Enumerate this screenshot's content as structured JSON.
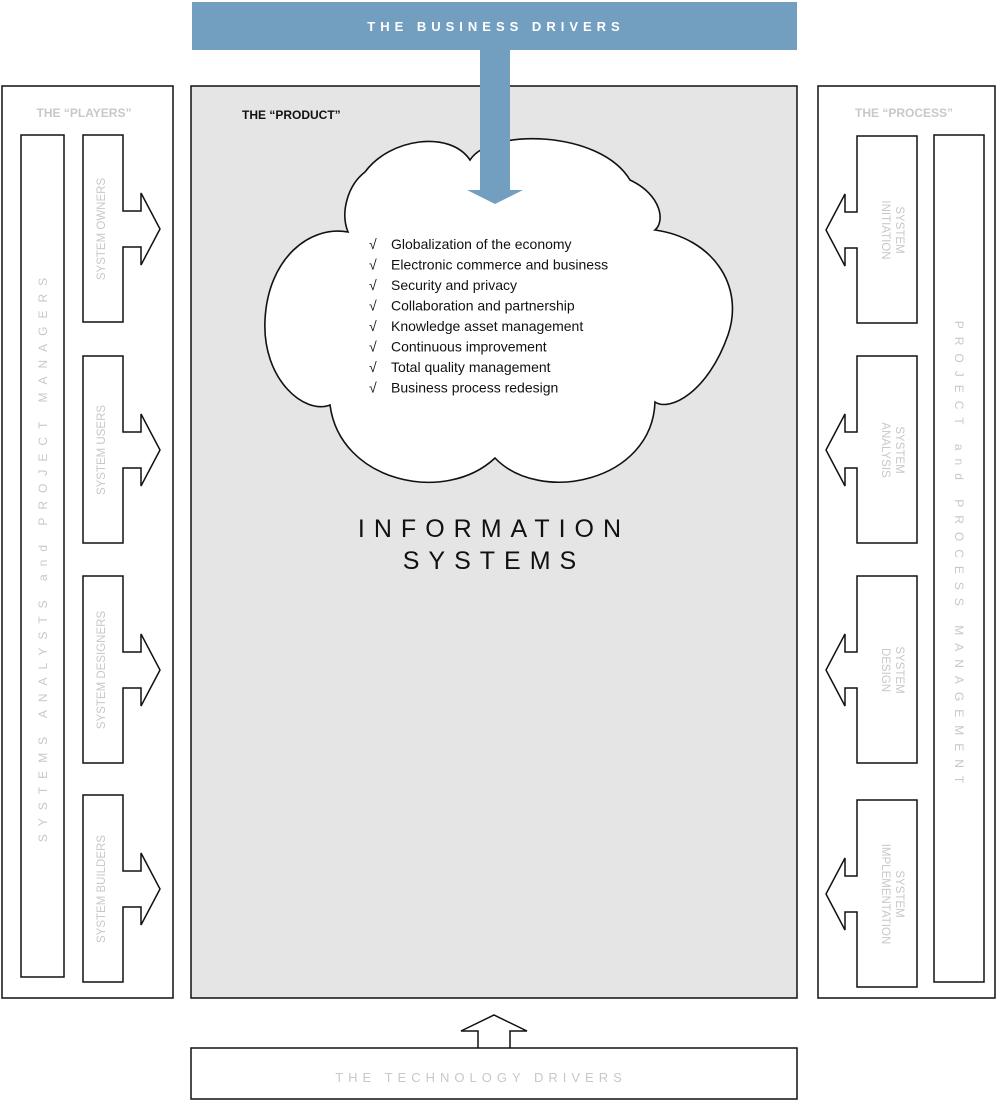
{
  "business_drivers": {
    "label": "THE BUSINESS DRIVERS"
  },
  "technology_drivers": {
    "label": "THE TECHNOLOGY DRIVERS"
  },
  "players": {
    "heading": "THE “PLAYERS”",
    "sidebar_label": "SYSTEMS ANALYSTS and PROJECT MANAGERS",
    "roles": [
      {
        "label": "SYSTEM OWNERS"
      },
      {
        "label": "SYSTEM USERS"
      },
      {
        "label": "SYSTEM DESIGNERS"
      },
      {
        "label": "SYSTEM BUILDERS"
      }
    ]
  },
  "product": {
    "heading": "THE “PRODUCT”",
    "title_line1": "INFORMATION",
    "title_line2": "SYSTEMS",
    "check_symbol": "√",
    "items": [
      "Globalization of the economy",
      "Electronic commerce and business",
      "Security and privacy",
      "Collaboration and partnership",
      "Knowledge asset management",
      "Continuous improvement",
      "Total quality management",
      "Business process redesign"
    ]
  },
  "process": {
    "heading": "THE “PROCESS”",
    "sidebar_label": "PROJECT and PROCESS MANAGEMENT",
    "phases": [
      {
        "line1": "SYSTEM",
        "line2": "INITIATION"
      },
      {
        "line1": "SYSTEM",
        "line2": "ANALYSIS"
      },
      {
        "line1": "SYSTEM",
        "line2": "DESIGN"
      },
      {
        "line1": "SYSTEM",
        "line2": "IMPLEMENTATION"
      }
    ]
  },
  "colors": {
    "accent_blue": "#729fc0",
    "product_fill": "#e5e5e5",
    "muted_text": "#c8c8c8",
    "outline": "#111111"
  }
}
